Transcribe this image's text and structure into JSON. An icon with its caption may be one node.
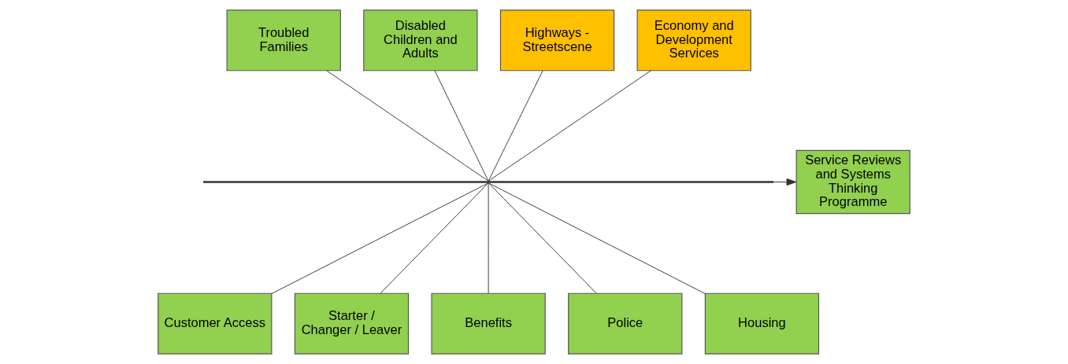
{
  "diagram": {
    "nodes": [
      {
        "text": [
          "Troubled Families"
        ]
      },
      {
        "text": [
          "Disabled Children and Adults"
        ]
      },
      {
        "text": [
          "Highways - Streetscene"
        ]
      },
      {
        "text": [
          "Economy and Development Services"
        ]
      },
      {
        "text": [],
        "shape": "bar"
      },
      {
        "text": [
          "Service Reviews and Systems Thinking Programme"
        ]
      },
      {
        "text": [
          "Customer Access"
        ]
      },
      {
        "text": [
          "Starter / Changer / Leaver"
        ]
      },
      {
        "text": [
          "Benefits"
        ]
      },
      {
        "text": [
          "Police"
        ]
      },
      {
        "text": [
          "Housing"
        ]
      }
    ],
    "edges": [
      {
        "from": 0,
        "to": 4,
        "arrow": "none"
      },
      {
        "from": 1,
        "to": 4,
        "arrow": "none"
      },
      {
        "from": 2,
        "to": 4,
        "arrow": "none"
      },
      {
        "from": 3,
        "to": 4,
        "arrow": "none"
      },
      {
        "from": 6,
        "to": 4,
        "arrow": "none"
      },
      {
        "from": 7,
        "to": 4,
        "arrow": "none"
      },
      {
        "from": 8,
        "to": 4,
        "arrow": "none"
      },
      {
        "from": 9,
        "to": 4,
        "arrow": "none"
      },
      {
        "from": 10,
        "to": 4,
        "arrow": "none"
      },
      {
        "from": 4,
        "to": 5,
        "arrow": "to"
      }
    ]
  }
}
